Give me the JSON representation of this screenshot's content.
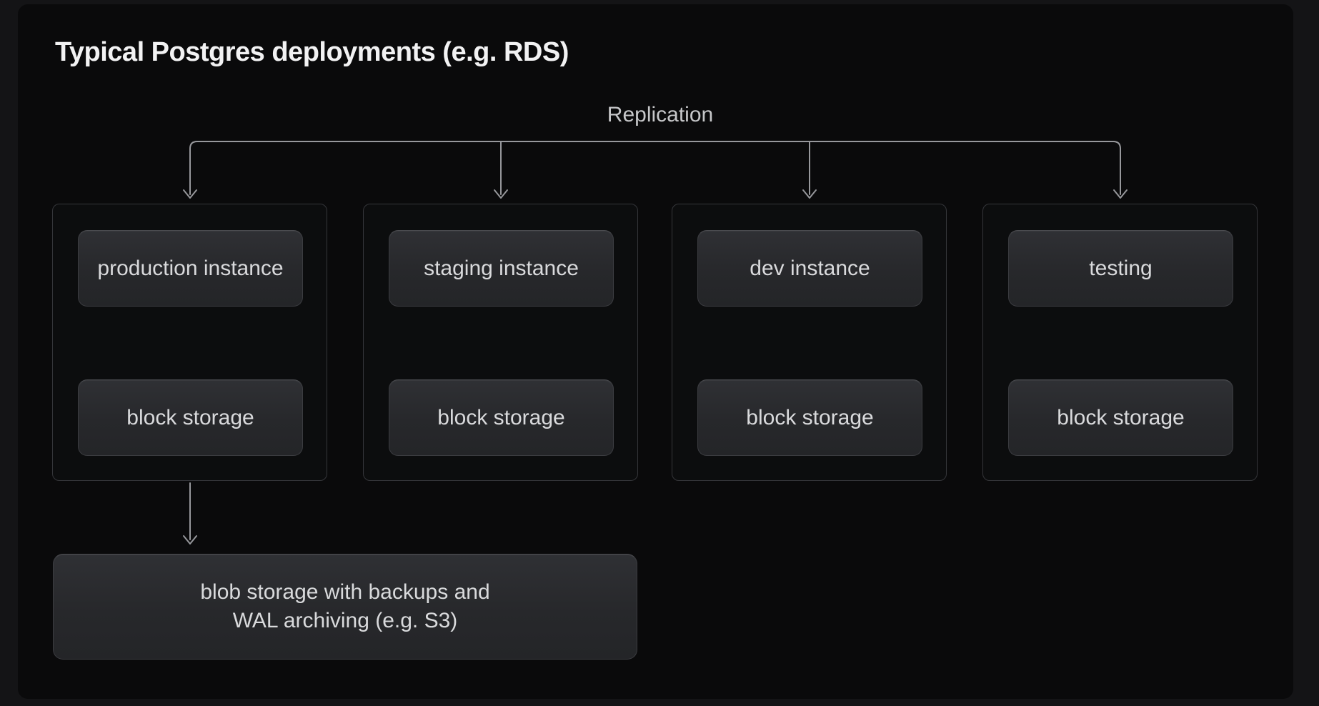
{
  "title": "Typical Postgres deployments (e.g. RDS)",
  "diagram": {
    "replication_label": "Replication",
    "groups": [
      {
        "instance_label": "production instance",
        "storage_label": "block storage"
      },
      {
        "instance_label": "staging instance",
        "storage_label": "block storage"
      },
      {
        "instance_label": "dev instance",
        "storage_label": "block storage"
      },
      {
        "instance_label": "testing",
        "storage_label": "block storage"
      }
    ],
    "blob_storage": {
      "line1": "blob storage with backups and",
      "line2": "WAL archiving (e.g. S3)"
    }
  },
  "colors": {
    "outer_background": "#141416",
    "canvas_background": "#0a0a0b",
    "group_border": "#35363a",
    "node_fill": "#28292c",
    "node_border": "#3b3c40",
    "connector_line": "#97989c",
    "title_text": "#f2f2f3",
    "label_text": "#d9dadc",
    "replication_text": "#c6c7c9"
  }
}
